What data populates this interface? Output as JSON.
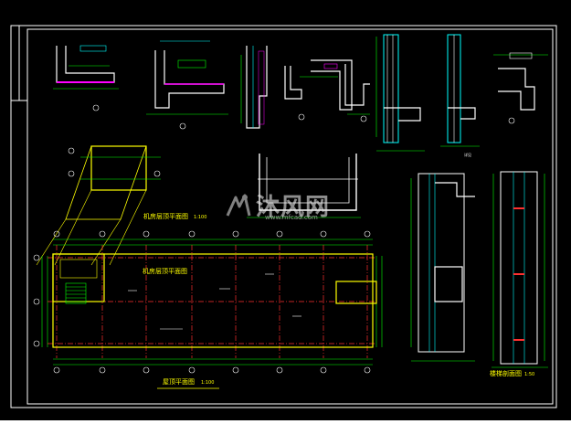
{
  "drawing": {
    "watermark_text": "沐风网",
    "watermark_url": "www.mfcad.com",
    "machine_room_plan_title": "机房层顶平面图",
    "machine_room_plan_scale": "1:100",
    "machine_room_plan_inner_label": "机房层顶平面图",
    "roof_plan_title": "屋顶平面图",
    "roof_plan_scale": "1:100",
    "stair_section_title": "楼梯剖面图",
    "stair_section_scale": "1:50",
    "detail_note": "详见"
  },
  "colors": {
    "background": "#000000",
    "frame": "#ffffff",
    "wall": "#ffff00",
    "axis": "#ff3030",
    "dimension": "#00ff00",
    "detail": "#00ffff",
    "hatch": "#ff00ff"
  }
}
